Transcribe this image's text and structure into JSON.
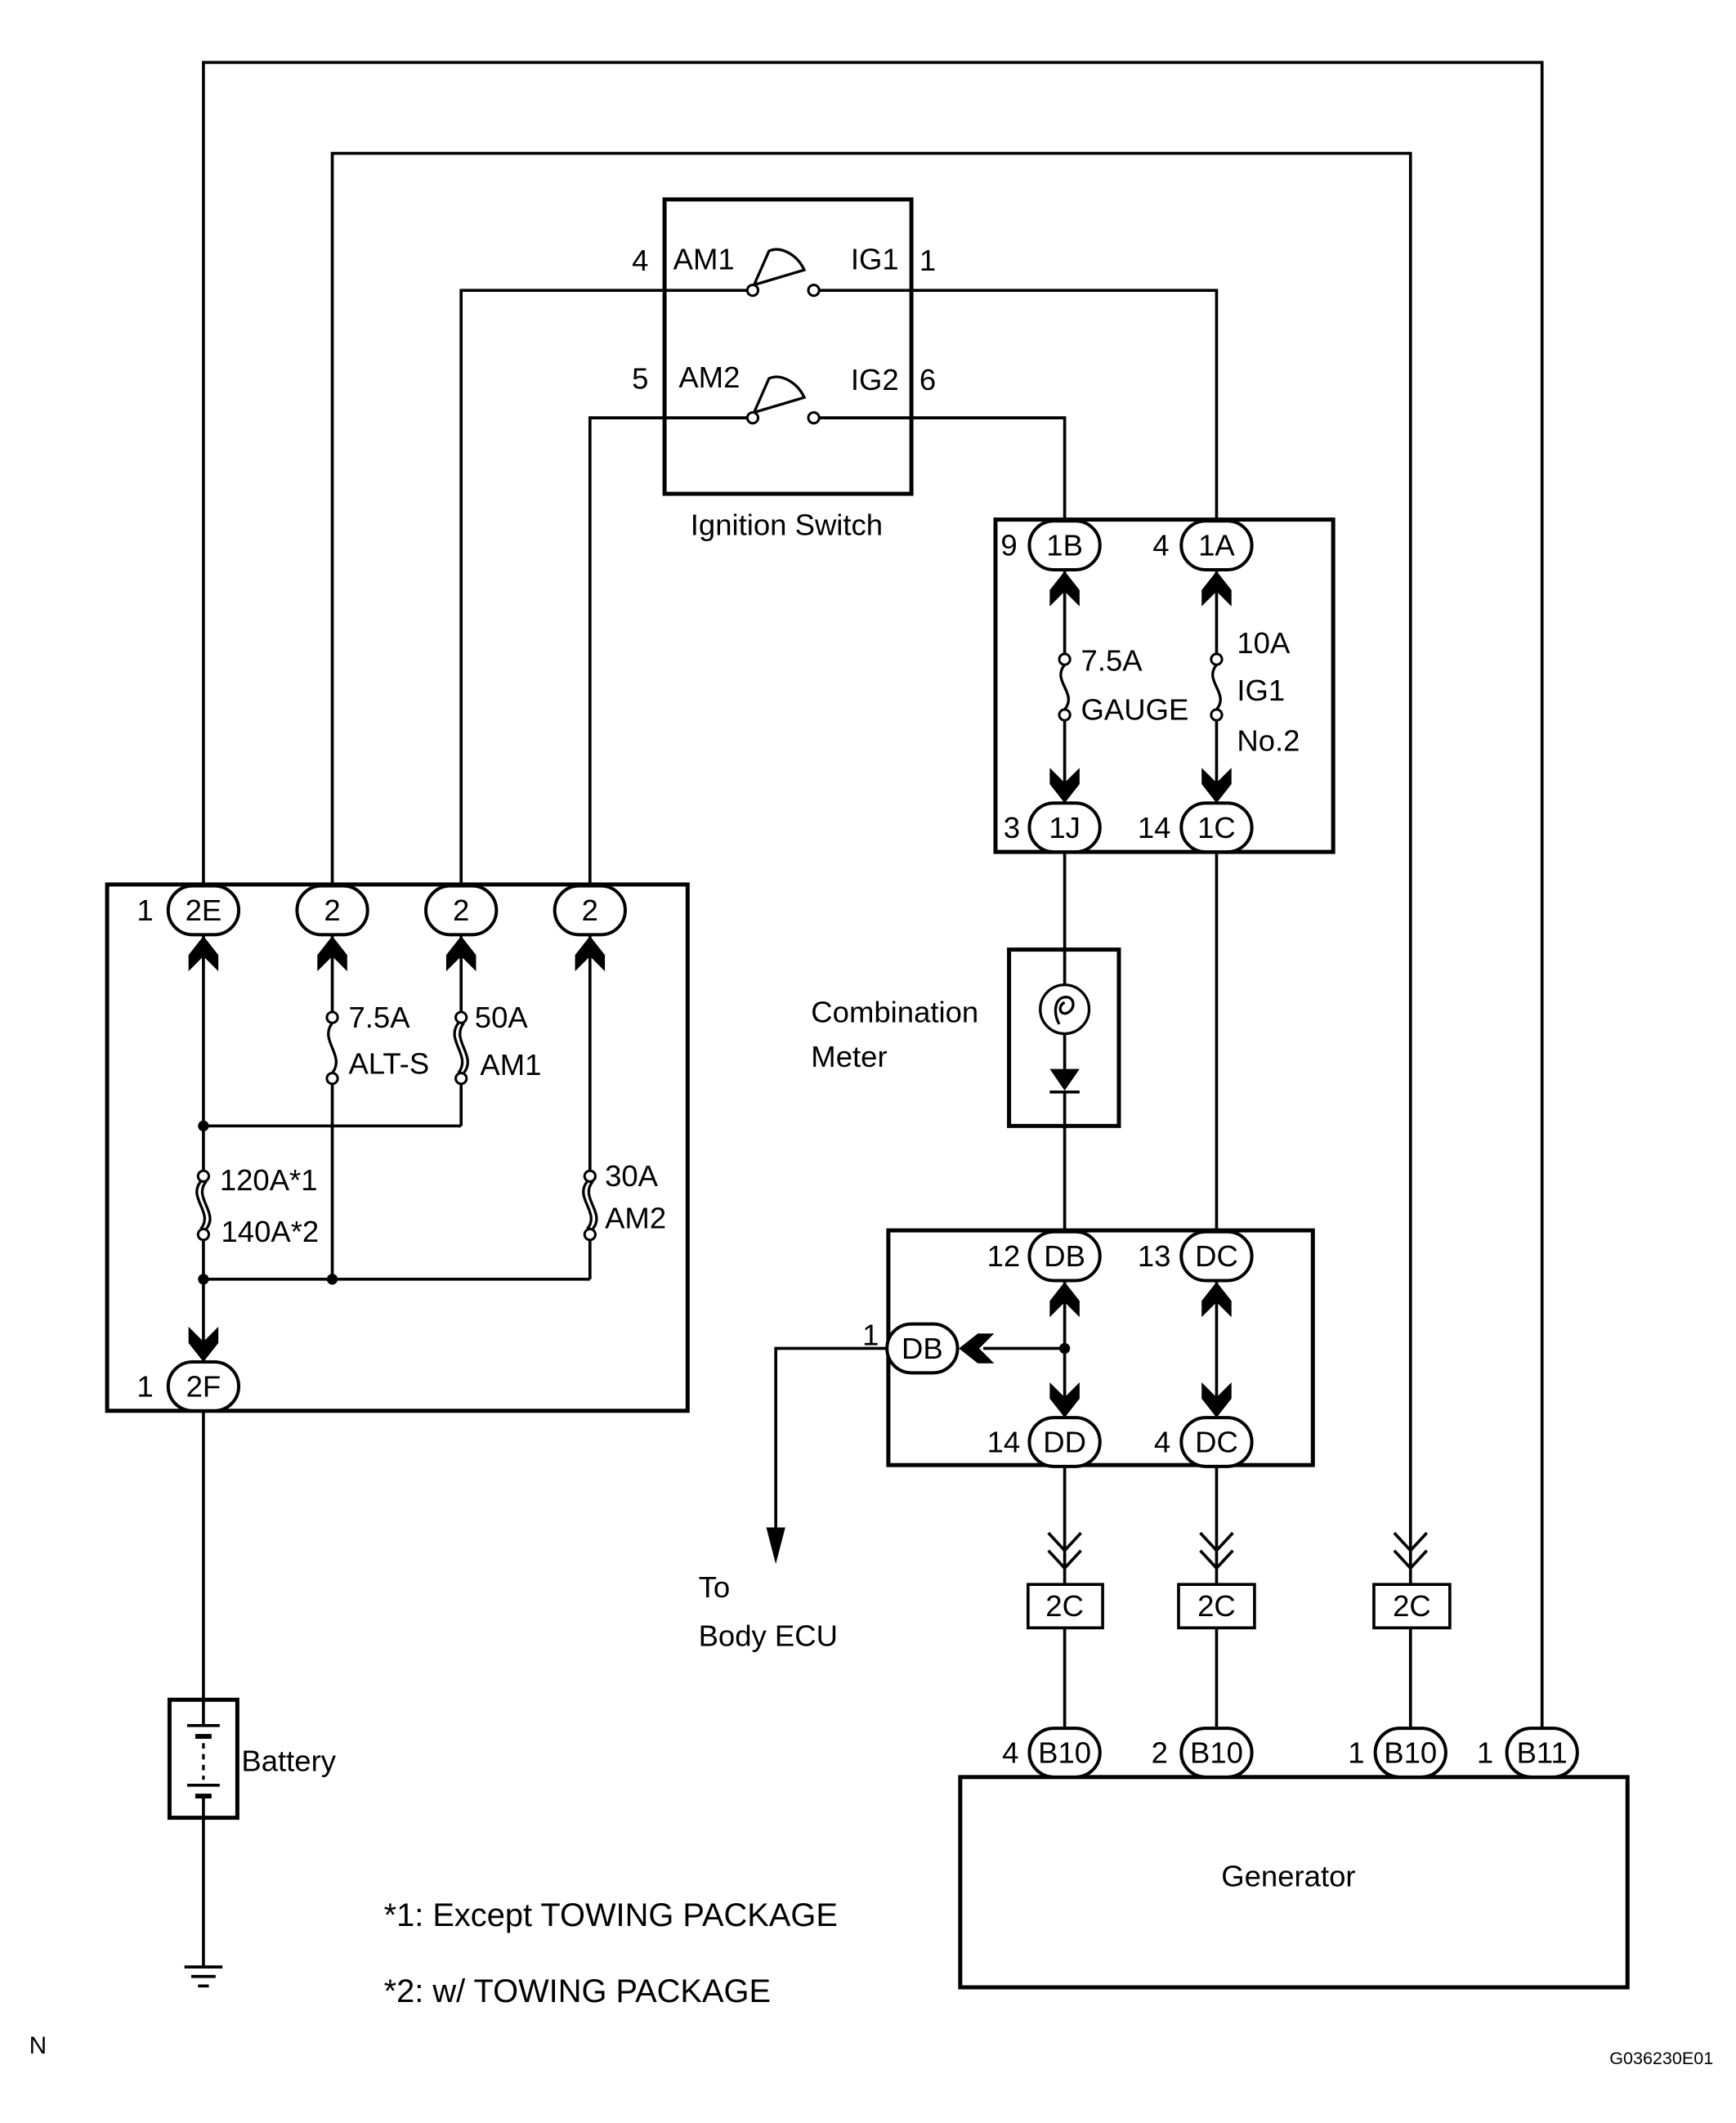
{
  "ignition_switch": {
    "label": "Ignition Switch",
    "terminals": [
      {
        "pin": "4",
        "name": "AM1"
      },
      {
        "pin": "1",
        "name": "IG1"
      },
      {
        "pin": "5",
        "name": "AM2"
      },
      {
        "pin": "6",
        "name": "IG2"
      }
    ]
  },
  "upper_junction_block": {
    "connectors": [
      {
        "pin": "9",
        "id": "1B"
      },
      {
        "pin": "4",
        "id": "1A"
      },
      {
        "pin": "3",
        "id": "1J"
      },
      {
        "pin": "14",
        "id": "1C"
      }
    ],
    "fuses": [
      {
        "rating": "7.5A",
        "name": "GAUGE"
      },
      {
        "rating": "10A",
        "name": "IG1",
        "suffix": "No.2"
      }
    ]
  },
  "combination_meter": {
    "label_line1": "Combination",
    "label_line2": "Meter"
  },
  "lower_junction_block": {
    "connectors": [
      {
        "pin": "12",
        "id": "DB"
      },
      {
        "pin": "13",
        "id": "DC"
      },
      {
        "pin": "1",
        "id": "DB"
      },
      {
        "pin": "14",
        "id": "DD"
      },
      {
        "pin": "4",
        "id": "DC"
      }
    ]
  },
  "body_ecu_ref": {
    "line1": "To",
    "line2": "Body ECU"
  },
  "inline_connectors": [
    "2C",
    "2C",
    "2C"
  ],
  "generator": {
    "label": "Generator",
    "connectors": [
      {
        "pin": "4",
        "id": "B10"
      },
      {
        "pin": "2",
        "id": "B10"
      },
      {
        "pin": "1",
        "id": "B10"
      },
      {
        "pin": "1",
        "id": "B11"
      }
    ]
  },
  "fusible_link_block": {
    "connectors": [
      {
        "pin": "1",
        "id": "2E"
      },
      {
        "id": "2"
      },
      {
        "id": "2"
      },
      {
        "id": "2"
      },
      {
        "pin": "1",
        "id": "2F"
      }
    ],
    "fuses": [
      {
        "rating": "7.5A",
        "name": "ALT-S"
      },
      {
        "rating": "50A",
        "name": "AM1"
      },
      {
        "rating": "120A*1",
        "rating_alt": "140A*2"
      },
      {
        "rating": "30A",
        "name": "AM2"
      }
    ]
  },
  "battery": {
    "label": "Battery"
  },
  "notes": [
    "*1: Except TOWING PACKAGE",
    "*2: w/ TOWING PACKAGE"
  ],
  "corner_mark": "N",
  "figure_code": "G036230E01"
}
